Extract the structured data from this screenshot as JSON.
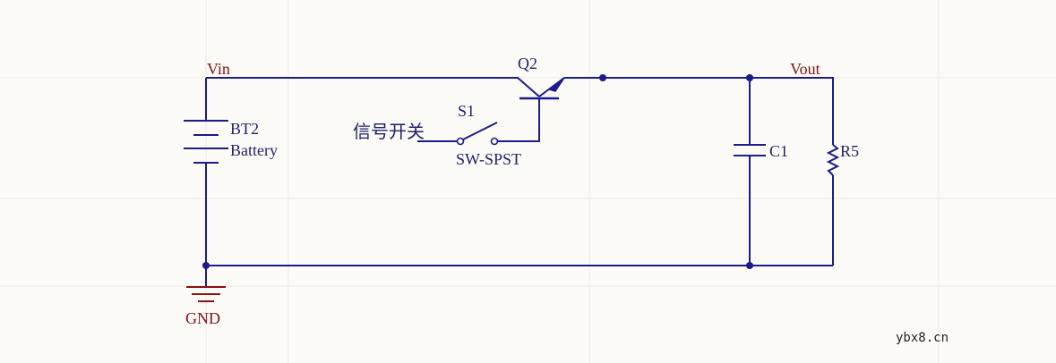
{
  "colors": {
    "background": "#fcfbf7",
    "wire": "#1b1b8a",
    "junction": "#1b1b8a",
    "net_label": "#8a1111",
    "component_label": "#1e1e6e",
    "grid": "#ebe9e1"
  },
  "nets": {
    "vin": "Vin",
    "vout": "Vout",
    "gnd": "GND"
  },
  "components": {
    "battery": {
      "designator": "BT2",
      "value": "Battery"
    },
    "switch": {
      "designator": "S1",
      "value": "SW-SPST"
    },
    "transistor": {
      "designator": "Q2"
    },
    "capacitor": {
      "designator": "C1"
    },
    "resistor": {
      "designator": "R5"
    }
  },
  "input_label": "信号开关",
  "watermark": "ybx8.cn"
}
